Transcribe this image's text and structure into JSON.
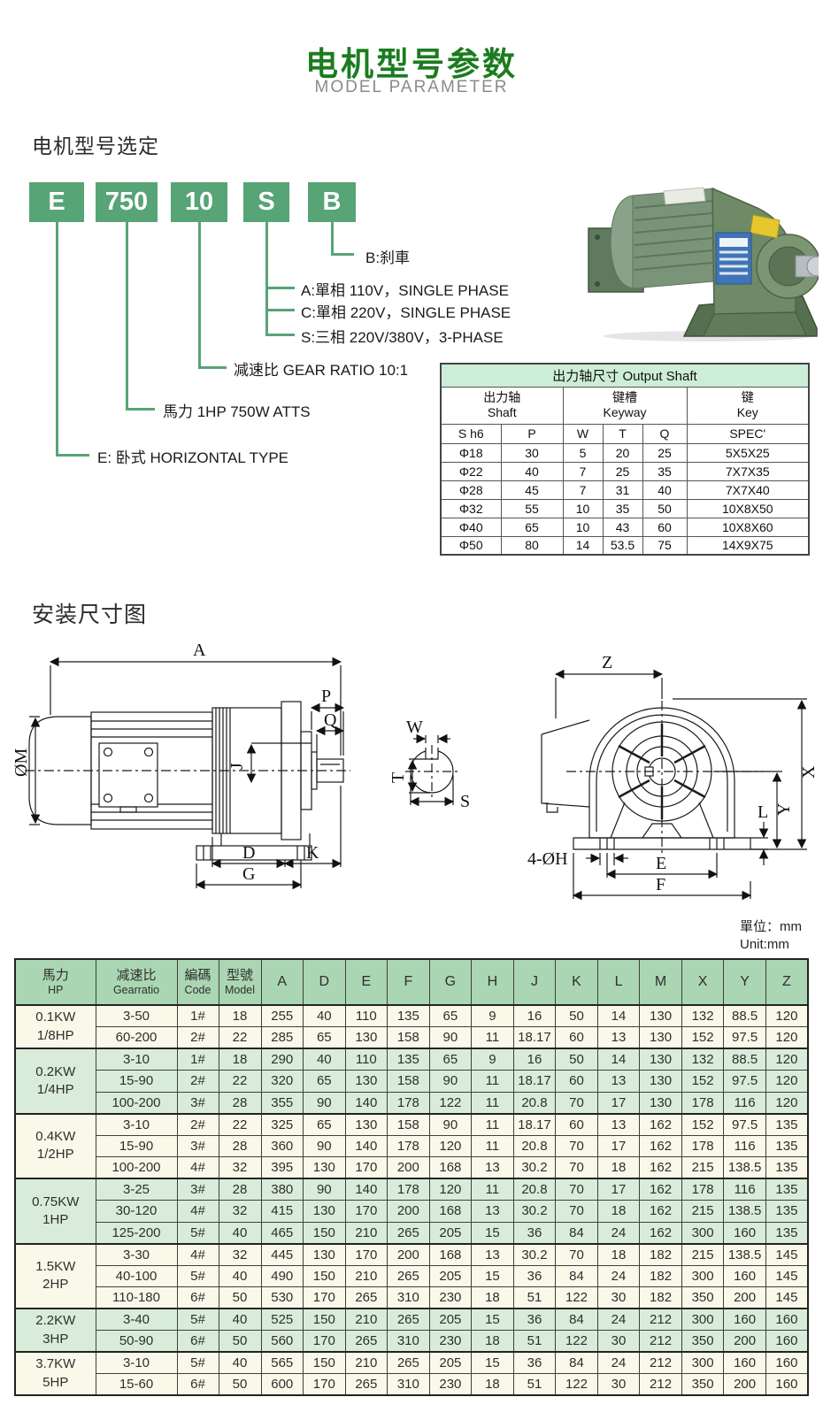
{
  "page": {
    "title_zh": "电机型号参数",
    "title_en": "MODEL PARAMETER"
  },
  "colors": {
    "title_green": "#1b7c1f",
    "box_green": "#57a476",
    "table_header_green": "#abd6b3",
    "row_green": "#d9ecd9",
    "row_cream": "#faf9e9",
    "shaft_title_green": "#cdeed6"
  },
  "model_selection": {
    "heading": "电机型号选定",
    "boxes": [
      "E",
      "750",
      "10",
      "S",
      "B"
    ],
    "labels": {
      "brake": "B:刹車",
      "phase_a": "A:單相 110V，SINGLE PHASE",
      "phase_c": "C:單相 220V，SINGLE PHASE",
      "phase_s": "S:三相 220V/380V，3-PHASE",
      "ratio": "减速比  GEAR RATIO 10:1",
      "power": "馬力 1HP 750W ATTS",
      "type": "E: 卧式 HORIZONTAL TYPE"
    }
  },
  "shaft_table": {
    "title": "出力轴尺寸 Output Shaft",
    "groups": [
      {
        "zh": "出力轴",
        "en": "Shaft"
      },
      {
        "zh": "键槽",
        "en": "Keyway"
      },
      {
        "zh": "键",
        "en": "Key"
      }
    ],
    "cols": [
      "S h6",
      "P",
      "W",
      "T",
      "Q",
      "SPEC'"
    ],
    "rows": [
      [
        "Φ18",
        "30",
        "5",
        "20",
        "25",
        "5X5X25"
      ],
      [
        "Φ22",
        "40",
        "7",
        "25",
        "35",
        "7X7X35"
      ],
      [
        "Φ28",
        "45",
        "7",
        "31",
        "40",
        "7X7X40"
      ],
      [
        "Φ32",
        "55",
        "10",
        "35",
        "50",
        "10X8X50"
      ],
      [
        "Φ40",
        "65",
        "10",
        "43",
        "60",
        "10X8X60"
      ],
      [
        "Φ50",
        "80",
        "14",
        "53.5",
        "75",
        "14X9X75"
      ]
    ]
  },
  "installation": {
    "heading": "安装尺寸图",
    "unit_zh": "單位：mm",
    "unit_en": "Unit:mm",
    "dims": {
      "a": "A",
      "m": "ØM",
      "p": "P",
      "q": "Q",
      "j": "J",
      "d": "D",
      "k": "K",
      "g": "G",
      "w": "W",
      "t": "T",
      "s": "S",
      "z": "Z",
      "x": "X",
      "y": "Y",
      "l": "L",
      "h": "4-ØH",
      "e": "E",
      "f": "F"
    }
  },
  "main_table": {
    "headers": [
      {
        "zh": "馬力",
        "en": "HP"
      },
      {
        "zh": "减速比",
        "en": "Gearratio"
      },
      {
        "zh": "編碼",
        "en": "Code"
      },
      {
        "zh": "型號",
        "en": "Model"
      },
      {
        "zh": "A",
        "en": ""
      },
      {
        "zh": "D",
        "en": ""
      },
      {
        "zh": "E",
        "en": ""
      },
      {
        "zh": "F",
        "en": ""
      },
      {
        "zh": "G",
        "en": ""
      },
      {
        "zh": "H",
        "en": ""
      },
      {
        "zh": "J",
        "en": ""
      },
      {
        "zh": "K",
        "en": ""
      },
      {
        "zh": "L",
        "en": ""
      },
      {
        "zh": "M",
        "en": ""
      },
      {
        "zh": "X",
        "en": ""
      },
      {
        "zh": "Y",
        "en": ""
      },
      {
        "zh": "Z",
        "en": ""
      }
    ],
    "groups": [
      {
        "power": [
          "0.1KW",
          "1/8HP"
        ],
        "shade": "cream",
        "rows": [
          [
            "3-50",
            "1#",
            "18",
            "255",
            "40",
            "110",
            "135",
            "65",
            "9",
            "16",
            "50",
            "14",
            "130",
            "132",
            "88.5",
            "120"
          ],
          [
            "60-200",
            "2#",
            "22",
            "285",
            "65",
            "130",
            "158",
            "90",
            "11",
            "18.17",
            "60",
            "13",
            "130",
            "152",
            "97.5",
            "120"
          ]
        ]
      },
      {
        "power": [
          "0.2KW",
          "1/4HP"
        ],
        "shade": "green",
        "rows": [
          [
            "3-10",
            "1#",
            "18",
            "290",
            "40",
            "110",
            "135",
            "65",
            "9",
            "16",
            "50",
            "14",
            "130",
            "132",
            "88.5",
            "120"
          ],
          [
            "15-90",
            "2#",
            "22",
            "320",
            "65",
            "130",
            "158",
            "90",
            "11",
            "18.17",
            "60",
            "13",
            "130",
            "152",
            "97.5",
            "120"
          ],
          [
            "100-200",
            "3#",
            "28",
            "355",
            "90",
            "140",
            "178",
            "122",
            "11",
            "20.8",
            "70",
            "17",
            "130",
            "178",
            "116",
            "120"
          ]
        ]
      },
      {
        "power": [
          "0.4KW",
          "1/2HP"
        ],
        "shade": "cream",
        "rows": [
          [
            "3-10",
            "2#",
            "22",
            "325",
            "65",
            "130",
            "158",
            "90",
            "11",
            "18.17",
            "60",
            "13",
            "162",
            "152",
            "97.5",
            "135"
          ],
          [
            "15-90",
            "3#",
            "28",
            "360",
            "90",
            "140",
            "178",
            "120",
            "11",
            "20.8",
            "70",
            "17",
            "162",
            "178",
            "116",
            "135"
          ],
          [
            "100-200",
            "4#",
            "32",
            "395",
            "130",
            "170",
            "200",
            "168",
            "13",
            "30.2",
            "70",
            "18",
            "162",
            "215",
            "138.5",
            "135"
          ]
        ]
      },
      {
        "power": [
          "0.75KW",
          "1HP"
        ],
        "shade": "green",
        "rows": [
          [
            "3-25",
            "3#",
            "28",
            "380",
            "90",
            "140",
            "178",
            "120",
            "11",
            "20.8",
            "70",
            "17",
            "162",
            "178",
            "116",
            "135"
          ],
          [
            "30-120",
            "4#",
            "32",
            "415",
            "130",
            "170",
            "200",
            "168",
            "13",
            "30.2",
            "70",
            "18",
            "162",
            "215",
            "138.5",
            "135"
          ],
          [
            "125-200",
            "5#",
            "40",
            "465",
            "150",
            "210",
            "265",
            "205",
            "15",
            "36",
            "84",
            "24",
            "162",
            "300",
            "160",
            "135"
          ]
        ]
      },
      {
        "power": [
          "1.5KW",
          "2HP"
        ],
        "shade": "cream",
        "rows": [
          [
            "3-30",
            "4#",
            "32",
            "445",
            "130",
            "170",
            "200",
            "168",
            "13",
            "30.2",
            "70",
            "18",
            "182",
            "215",
            "138.5",
            "145"
          ],
          [
            "40-100",
            "5#",
            "40",
            "490",
            "150",
            "210",
            "265",
            "205",
            "15",
            "36",
            "84",
            "24",
            "182",
            "300",
            "160",
            "145"
          ],
          [
            "110-180",
            "6#",
            "50",
            "530",
            "170",
            "265",
            "310",
            "230",
            "18",
            "51",
            "122",
            "30",
            "182",
            "350",
            "200",
            "145"
          ]
        ]
      },
      {
        "power": [
          "2.2KW",
          "3HP"
        ],
        "shade": "green",
        "rows": [
          [
            "3-40",
            "5#",
            "40",
            "525",
            "150",
            "210",
            "265",
            "205",
            "15",
            "36",
            "84",
            "24",
            "212",
            "300",
            "160",
            "160"
          ],
          [
            "50-90",
            "6#",
            "50",
            "560",
            "170",
            "265",
            "310",
            "230",
            "18",
            "51",
            "122",
            "30",
            "212",
            "350",
            "200",
            "160"
          ]
        ]
      },
      {
        "power": [
          "3.7KW",
          "5HP"
        ],
        "shade": "cream",
        "rows": [
          [
            "3-10",
            "5#",
            "40",
            "565",
            "150",
            "210",
            "265",
            "205",
            "15",
            "36",
            "84",
            "24",
            "212",
            "300",
            "160",
            "160"
          ],
          [
            "15-60",
            "6#",
            "50",
            "600",
            "170",
            "265",
            "310",
            "230",
            "18",
            "51",
            "122",
            "30",
            "212",
            "350",
            "200",
            "160"
          ]
        ]
      }
    ]
  }
}
